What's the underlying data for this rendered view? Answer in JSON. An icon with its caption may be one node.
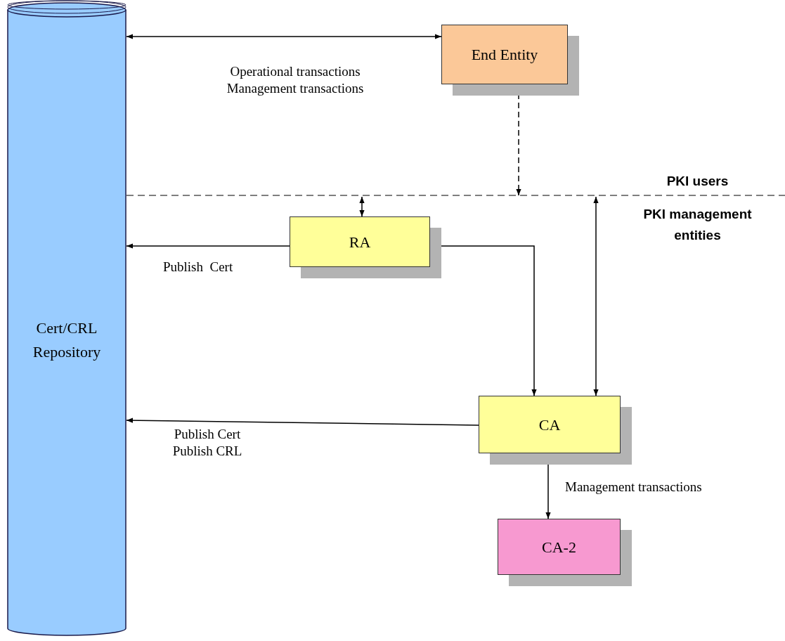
{
  "diagram": {
    "nodes": [
      {
        "text": [
          "Cert/CRL Repository"
        ]
      },
      {
        "text": [
          "End Entity"
        ]
      },
      {
        "text": [
          "RA"
        ]
      },
      {
        "text": [
          "CA"
        ]
      },
      {
        "text": [
          "CA-2"
        ]
      }
    ],
    "edges": [
      {
        "from": 0,
        "to": 1,
        "arrow": "both",
        "label": "Operational transactions Management transactions"
      },
      {
        "from": 1,
        "to": null,
        "arrow": "both",
        "style": "dashed"
      },
      {
        "from": null,
        "to": 2,
        "arrow": "both"
      },
      {
        "from": null,
        "to": 3,
        "arrow": "both"
      },
      {
        "from": 2,
        "to": 0,
        "arrow": "to",
        "label": "Publish  Cert"
      },
      {
        "from": 2,
        "to": 3,
        "arrow": "both"
      },
      {
        "from": 3,
        "to": 0,
        "arrow": "to",
        "label": "Publish Cert Publish CRL"
      },
      {
        "from": 3,
        "to": 4,
        "arrow": "both",
        "label": "Management transactions"
      }
    ],
    "labels": [
      "PKI users",
      "PKI management entities"
    ]
  }
}
